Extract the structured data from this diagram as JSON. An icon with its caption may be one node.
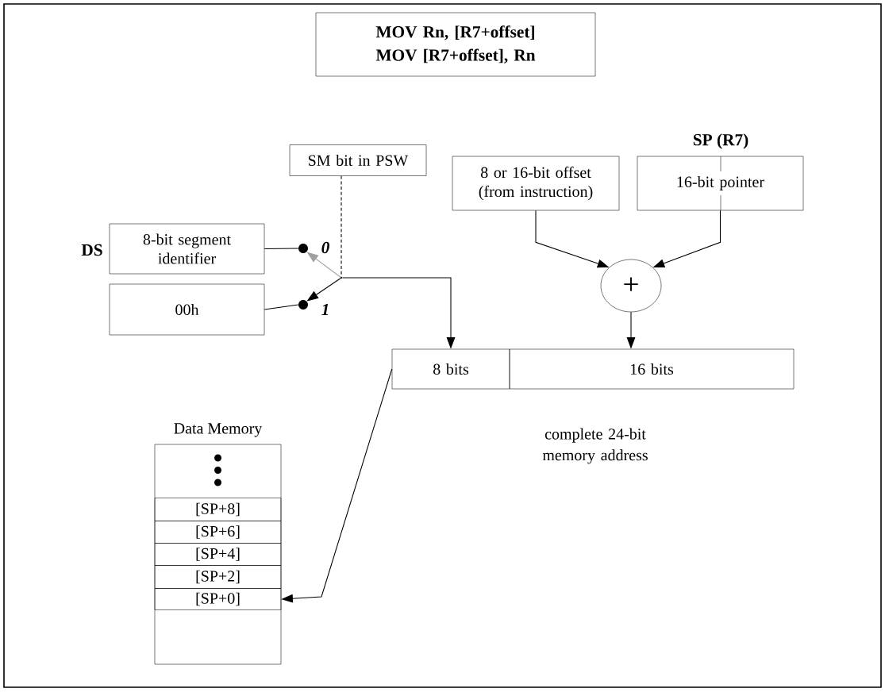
{
  "diagram": {
    "nodes": [
      {
        "text": [
          "MOV Rn, [R7+offset]",
          "MOV [R7+offset], Rn"
        ]
      },
      {
        "text": [
          "SM bit in PSW"
        ]
      },
      {
        "text": [
          "8-bit segment identifier"
        ],
        "beside": [
          "DS"
        ]
      },
      {
        "text": [
          "00h"
        ]
      },
      {
        "text": [],
        "shape": "circle",
        "beside": [
          "0"
        ]
      },
      {
        "text": [],
        "shape": "circle",
        "beside": [
          "1"
        ]
      },
      {
        "text": [],
        "shape": "point"
      },
      {
        "text": [
          "8 or 16-bit offset (from instruction)"
        ]
      },
      {
        "text": [
          "16-bit pointer"
        ],
        "beside": [
          "SP (R7)"
        ]
      },
      {
        "text": [
          "+"
        ]
      },
      {
        "text": [
          "8 bits"
        ]
      },
      {
        "text": [
          "16 bits"
        ]
      },
      {
        "text": [
          "Data Memory"
        ]
      },
      {
        "text": [
          "[SP+8]"
        ],
        "in": 12
      },
      {
        "text": [
          "[SP+6]"
        ],
        "in": 12
      },
      {
        "text": [
          "[SP+4]"
        ],
        "in": 12
      },
      {
        "text": [
          "[SP+2]"
        ],
        "in": 12
      },
      {
        "text": [
          "[SP+0]"
        ],
        "in": 12
      }
    ],
    "edges": [
      {
        "from": 2,
        "to": 4,
        "arrow": "none"
      },
      {
        "from": 3,
        "to": 5,
        "arrow": "none"
      },
      {
        "from": 1,
        "to": 6,
        "arrow": "none",
        "style": "dashed"
      },
      {
        "from": 6,
        "to": 4,
        "arrow": "to",
        "color": "#a0a0a0"
      },
      {
        "from": 6,
        "to": 5,
        "arrow": "to"
      },
      {
        "from": 6,
        "to": 10,
        "arrow": "to"
      },
      {
        "from": 7,
        "to": 9,
        "arrow": "to"
      },
      {
        "from": 8,
        "to": 9,
        "arrow": "to"
      },
      {
        "from": 9,
        "to": 11,
        "arrow": "to"
      },
      {
        "from": 10,
        "to": 17,
        "arrow": "to"
      }
    ],
    "labels": [
      "complete 24-bit memory address"
    ]
  }
}
